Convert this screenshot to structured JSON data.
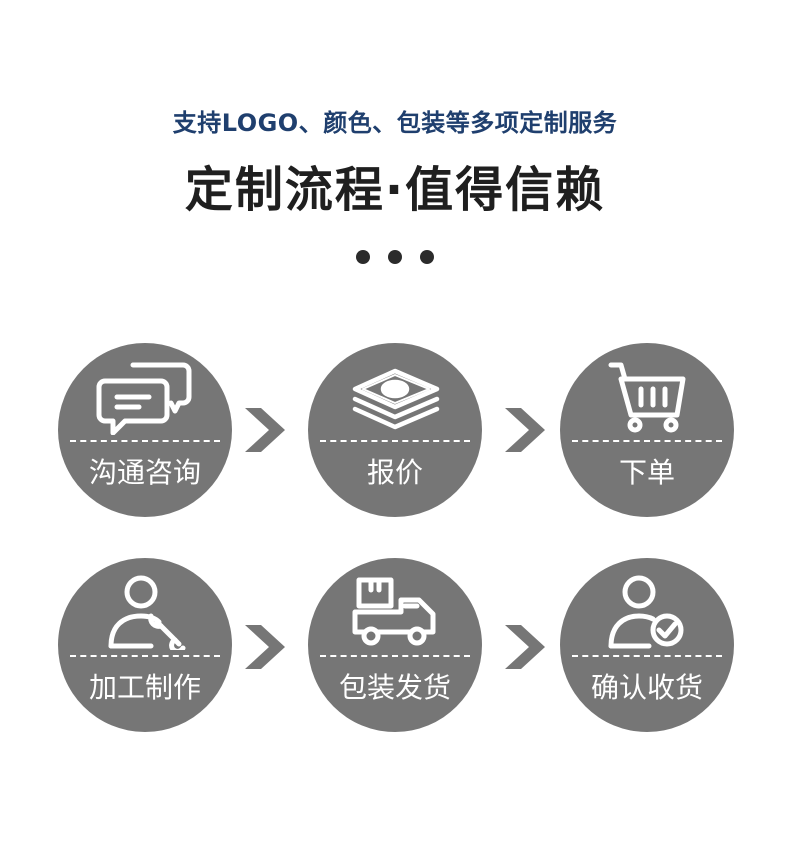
{
  "header": {
    "subtitle": "支持LOGO、颜色、包装等多项定制服务",
    "title": "定制流程·值得信赖"
  },
  "steps": [
    {
      "label": "沟通咨询",
      "icon": "chat-bubbles-icon"
    },
    {
      "label": "报价",
      "icon": "money-stack-icon"
    },
    {
      "label": "下单",
      "icon": "shopping-cart-icon"
    },
    {
      "label": "加工制作",
      "icon": "worker-wrench-icon"
    },
    {
      "label": "包装发货",
      "icon": "delivery-truck-icon"
    },
    {
      "label": "确认收货",
      "icon": "user-check-icon"
    }
  ],
  "colors": {
    "circle": "#767676",
    "arrow": "#767676",
    "subtitle": "#1f3f6e",
    "title": "#1f1f1f"
  }
}
